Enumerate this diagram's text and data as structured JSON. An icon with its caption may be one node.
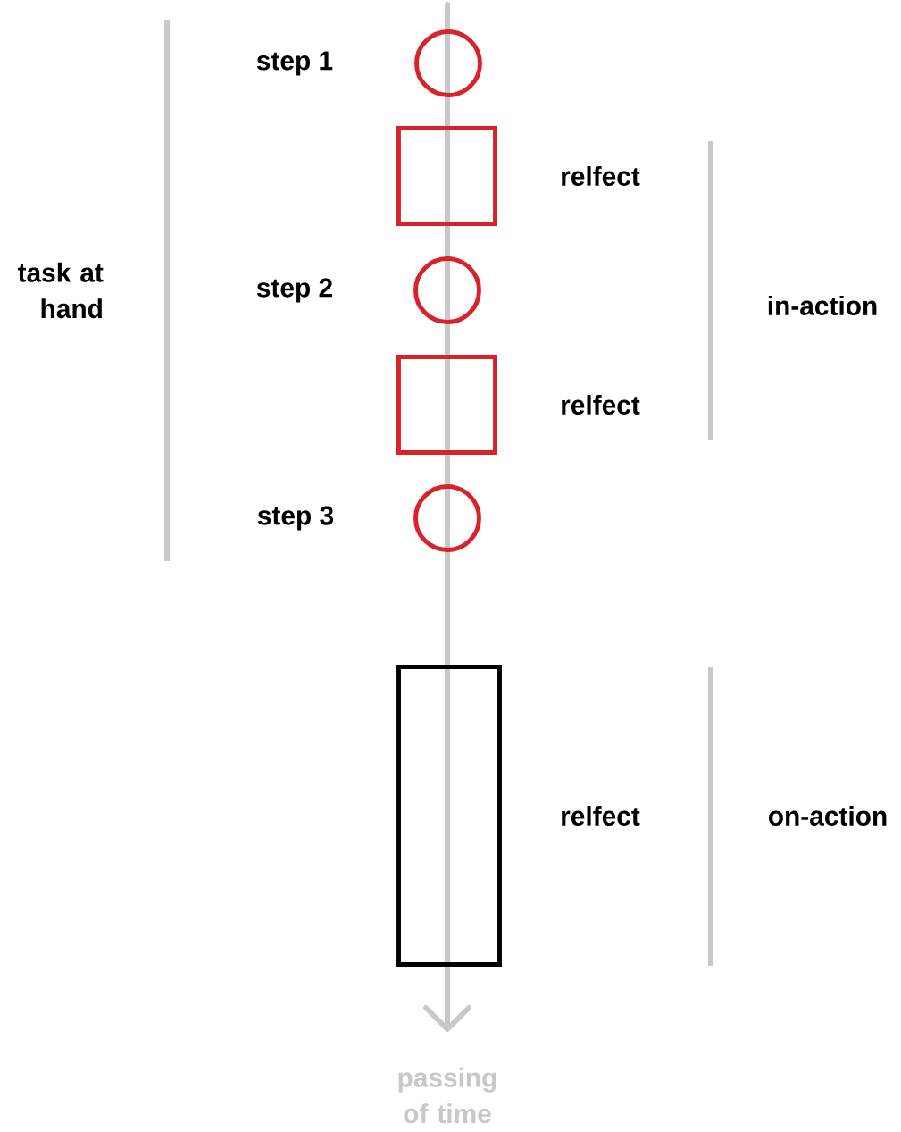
{
  "diagram": {
    "nodes": [
      {
        "text": [],
        "shape": "circle",
        "beside": [
          "step 1"
        ]
      },
      {
        "text": [],
        "shape": "box",
        "beside": [
          "relfect"
        ]
      },
      {
        "text": [],
        "shape": "circle",
        "beside": [
          "step 2"
        ]
      },
      {
        "text": [],
        "shape": "box",
        "beside": [
          "relfect"
        ]
      },
      {
        "text": [],
        "shape": "circle",
        "beside": [
          "step 3"
        ]
      },
      {
        "text": [],
        "shape": "box",
        "beside": [
          "relfect"
        ]
      }
    ],
    "edges": [],
    "labels": [
      "task at hand",
      "in-action",
      "on-action",
      "passing of time"
    ]
  }
}
